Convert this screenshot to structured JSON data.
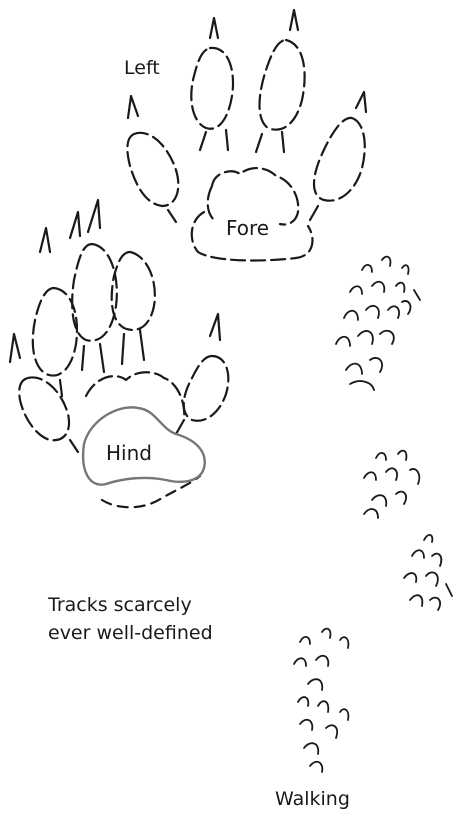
{
  "labels": {
    "left": "Left",
    "fore": "Fore",
    "hind": "Hind",
    "note_line1": "Tracks scarcely",
    "note_line2": "ever well-defined",
    "walking": "Walking"
  },
  "colors": {
    "ink": "#1a1a1a",
    "hind_pad_outline": "#777777",
    "background": "#ffffff"
  }
}
